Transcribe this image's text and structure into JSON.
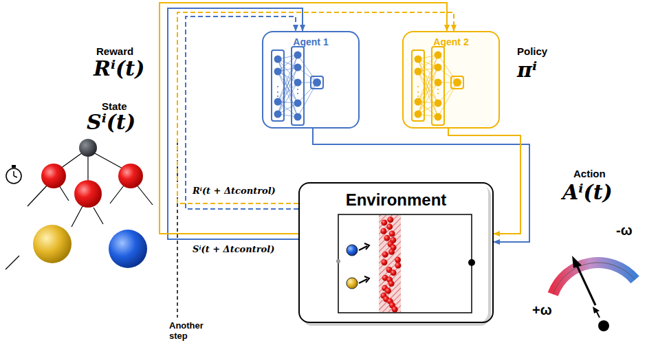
{
  "diagram": {
    "nodes": [
      {
        "text": [
          "Agent 1"
        ]
      },
      {
        "text": [
          "Agent 2"
        ]
      },
      {
        "text": [
          "Environment"
        ]
      }
    ],
    "edges": [
      {
        "from": 2,
        "to": 0,
        "arrow": "to"
      },
      {
        "from": 2,
        "to": 0,
        "arrow": "to"
      },
      {
        "from": 2,
        "to": 1,
        "arrow": "to"
      },
      {
        "from": 2,
        "to": 1,
        "arrow": "to"
      },
      {
        "from": 0,
        "to": 2,
        "arrow": "to"
      },
      {
        "from": 1,
        "to": 2,
        "arrow": "to"
      }
    ],
    "labels": [
      "Reward",
      "Rⁱ(t)",
      "Policy",
      "πⁱ",
      "State",
      "Sⁱ(t)",
      "Action",
      "Aⁱ(t)",
      "-ω",
      "+ω",
      "Another step",
      "Rⁱ(t + Δtcontrol)",
      "Sⁱ(t + Δtcontrol)"
    ]
  }
}
